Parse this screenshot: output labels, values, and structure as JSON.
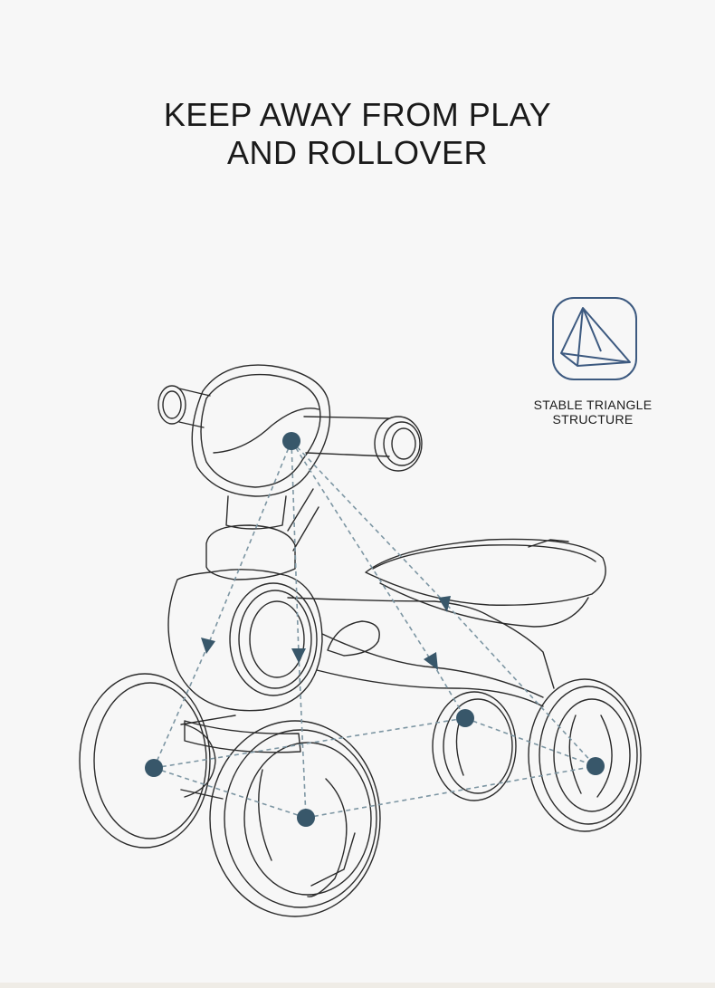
{
  "headline": {
    "line1": "KEEP AWAY FROM PLAY",
    "line2": "AND ROLLOVER"
  },
  "feature_badge": {
    "icon": "triangle-pyramid-icon",
    "caption": "STABLE TRIANGLE STRUCTURE"
  },
  "illustration": {
    "subject": "balance-bike-line-drawing",
    "stroke_color": "#2b2b2b",
    "accent_color": "#38576a",
    "dash_color": "#7d96a3"
  }
}
